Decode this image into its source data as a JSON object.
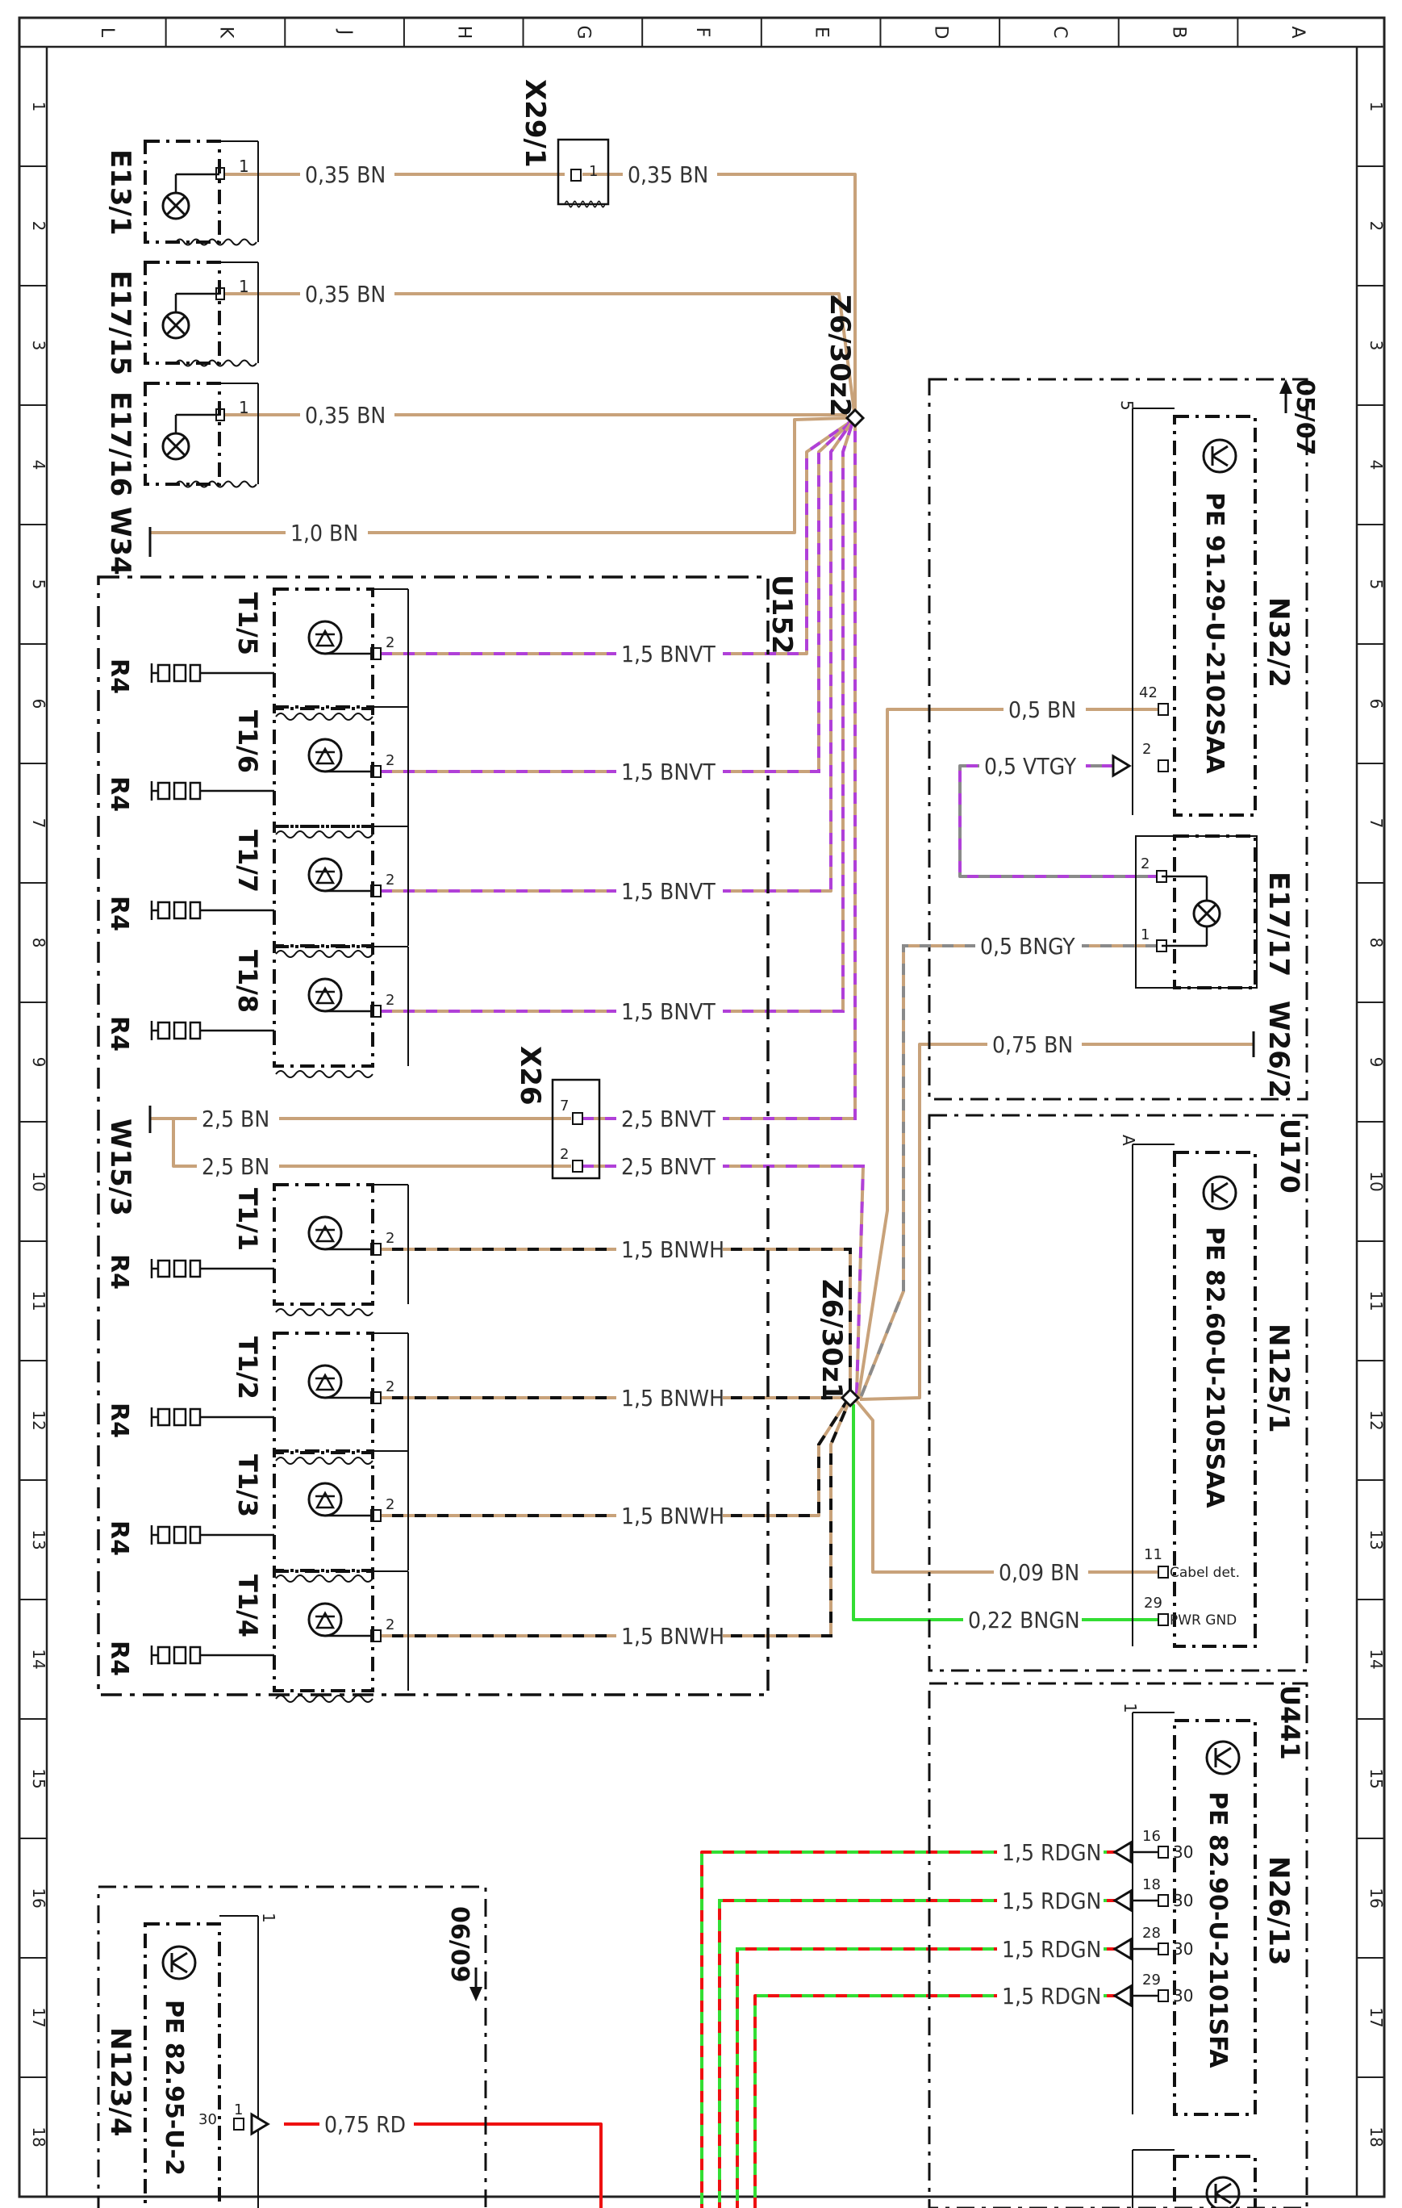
{
  "frame": {
    "grid_letters": [
      "L",
      "K",
      "J",
      "H",
      "G",
      "F",
      "E",
      "D",
      "C",
      "B",
      "A"
    ],
    "grid_numbers": [
      "1",
      "2",
      "3",
      "4",
      "5",
      "6",
      "7",
      "8",
      "9",
      "10",
      "11",
      "12",
      "13",
      "14",
      "15",
      "16",
      "17",
      "18"
    ]
  },
  "colors": {
    "BN": "#c8a27a",
    "VT": "#b040d8",
    "WH": "#ffffff",
    "GY": "#8a8a8a",
    "GN": "#33dd33",
    "RD": "#ee1111",
    "BK": "#111111",
    "frame": "#222222"
  },
  "components": {
    "e13_1": "E13/1",
    "e17_15": "E17/15",
    "e17_16": "E17/16",
    "x29_1": "X29/1",
    "w34": "W34",
    "u152": "U152",
    "t1_5": "T1/5",
    "t1_6": "T1/6",
    "t1_7": "T1/7",
    "t1_8": "T1/8",
    "t1_1": "T1/1",
    "t1_2": "T1/2",
    "t1_3": "T1/3",
    "t1_4": "T1/4",
    "r4": "R4",
    "x26": "X26",
    "w15_3": "W15/3",
    "z6_30z2": "Z6/30z2",
    "z6_30z1": "Z6/30z1",
    "ref_0507": "05/07",
    "n32_2": "N32/2",
    "n32_2_pe": "PE 91.29-U-2102SAA",
    "e17_17": "E17/17",
    "w26_2": "W26/2",
    "u170": "U170",
    "n125_1": "N125/1",
    "n125_1_pe": "PE 82.60-U-2105SAA",
    "u441": "U441",
    "n26_13": "N26/13",
    "n26_13_pe": "PE 82.90-U-2101SFA",
    "ref_0609": "06/09",
    "n123_4": "N123/4",
    "n123_4_pe": "PE 82.95-U-2"
  },
  "wires": {
    "e13_1": "0,35 BN",
    "x29_out": "0,35 BN",
    "e17_15": "0,35 BN",
    "e17_16": "0,35 BN",
    "w34": "1,0 BN",
    "t1_5": "1,5 BNVT",
    "t1_6": "1,5 BNVT",
    "t1_7": "1,5 BNVT",
    "t1_8": "1,5 BNVT",
    "w15_3_a": "2,5 BN",
    "w15_3_b": "2,5 BN",
    "x26_a": "2,5 BNVT",
    "x26_b": "2,5 BNVT",
    "t1_1": "1,5 BNWH",
    "t1_2": "1,5 BNWH",
    "t1_3": "1,5 BNWH",
    "t1_4": "1,5 BNWH",
    "n32_42": "0,5 BN",
    "n32_2": "0,5 VTGY",
    "e17_17_1": "0,5 BNGY",
    "w26_2": "0,75 BN",
    "n125_11": "0,09 BN",
    "n125_29": "0,22 BNGN",
    "n26_16": "1,5 RDGN",
    "n26_18": "1,5 RDGN",
    "n26_28": "1,5 RDGN",
    "n26_29": "1,5 RDGN",
    "n123_30": "0,75 RD"
  },
  "pins": {
    "p1": "1",
    "p2": "2",
    "p5": "5",
    "p7": "7",
    "p11": "11",
    "p16": "16",
    "p18": "18",
    "p28": "28",
    "p29": "29",
    "p30": "30",
    "p42": "42",
    "pA": "A",
    "cabel_det": "Cabel det.",
    "pwr_gnd": "PWR GND"
  }
}
